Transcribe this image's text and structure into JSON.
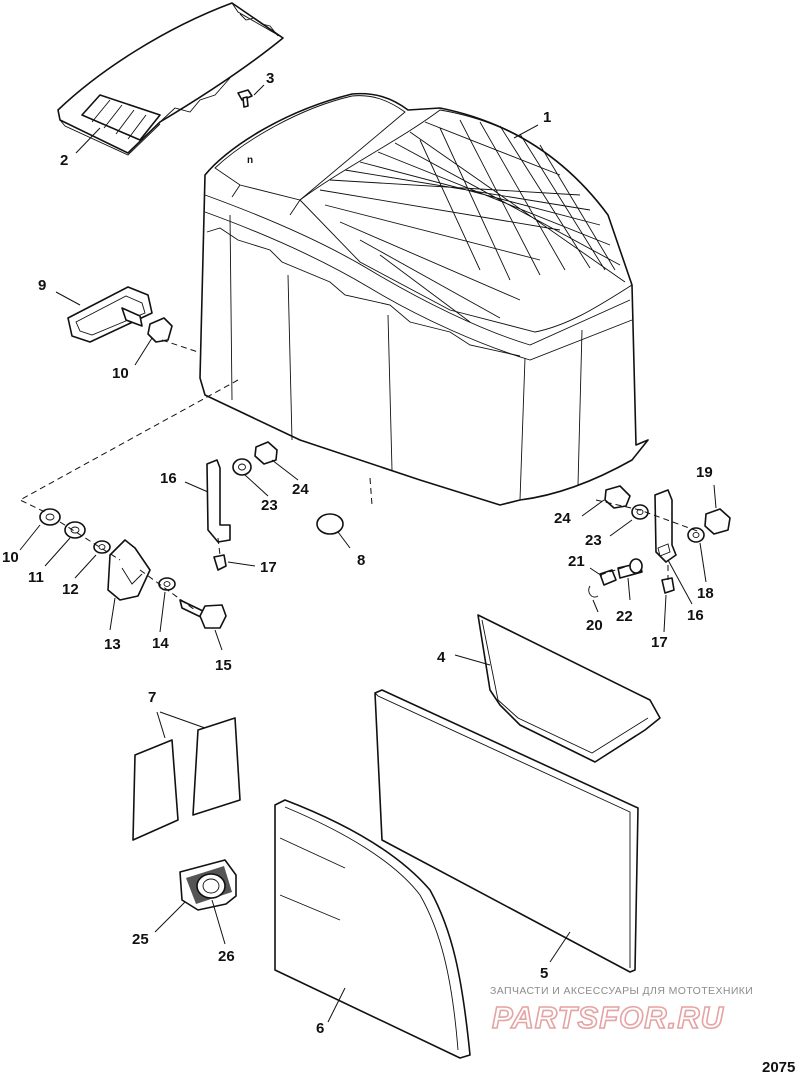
{
  "diagram": {
    "figure_number": "2075",
    "watermark": {
      "caption": "ЗАПЧАСТИ И АКСЕССУАРЫ ДЛЯ МОТОТЕХНИКИ",
      "logo": "PARTSFOR.RU"
    },
    "callouts": [
      "1",
      "2",
      "3",
      "4",
      "5",
      "6",
      "7",
      "8",
      "9",
      "10",
      "10",
      "11",
      "12",
      "13",
      "14",
      "15",
      "16",
      "16",
      "17",
      "17",
      "18",
      "19",
      "20",
      "21",
      "22",
      "23",
      "23",
      "24",
      "24",
      "25",
      "26"
    ]
  }
}
